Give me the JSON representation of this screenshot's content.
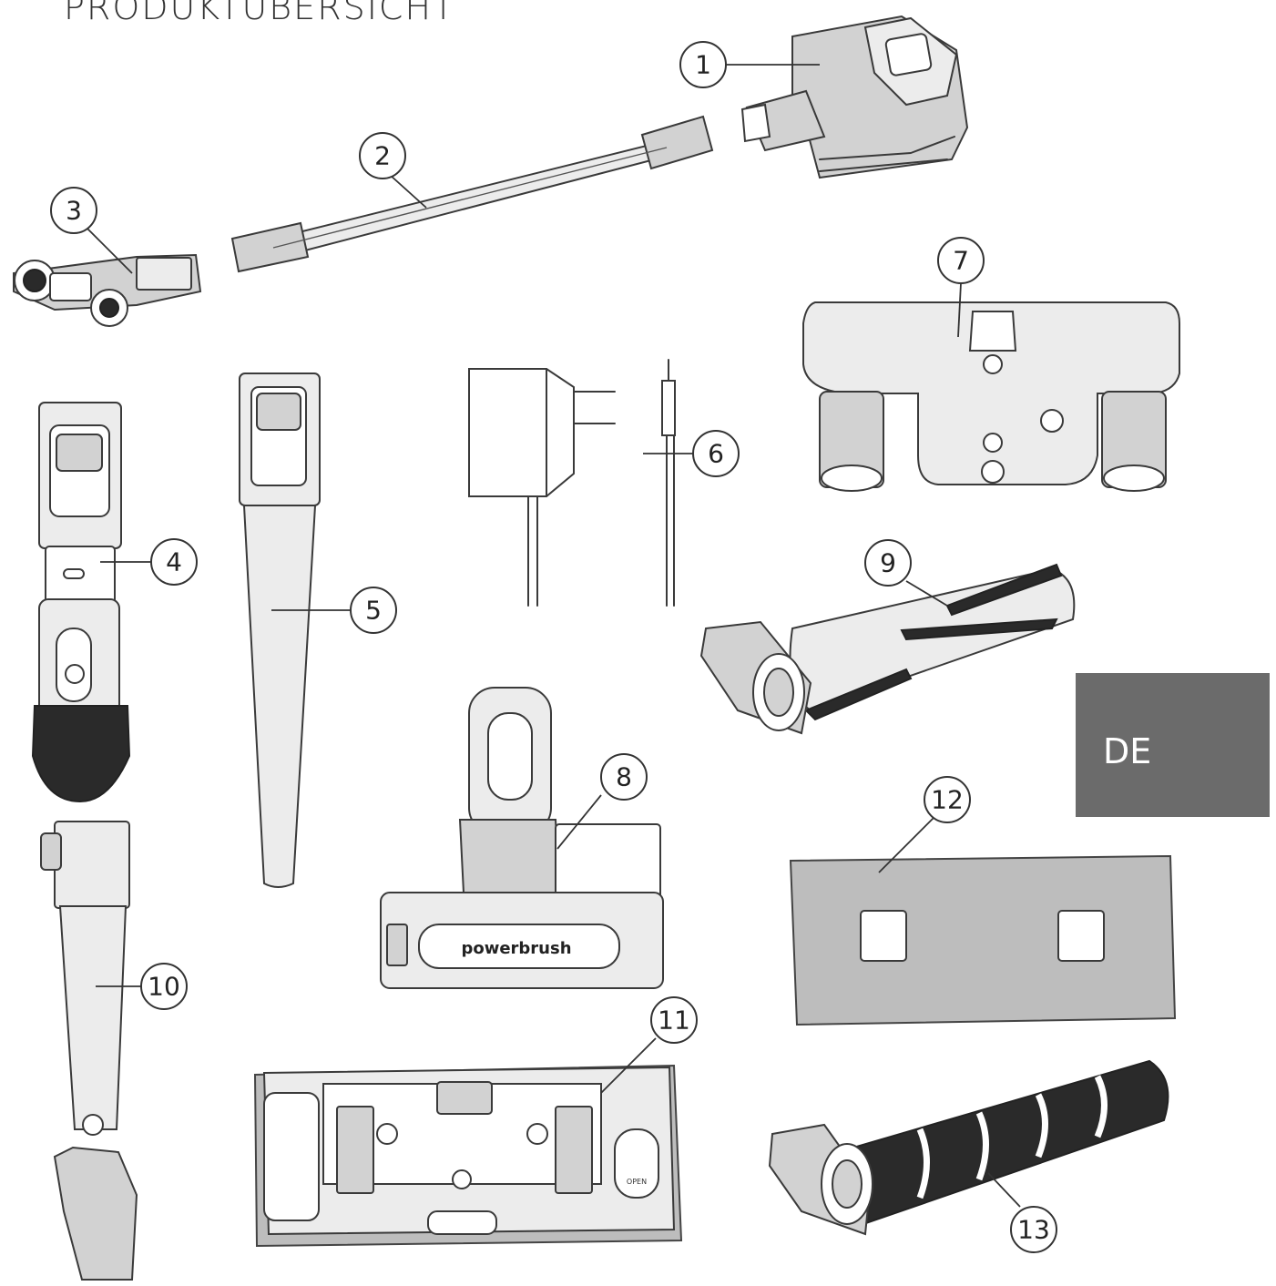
{
  "title": "PRODUKTÜBERSICHT",
  "language_tab": "DE",
  "product_label": "powerbrush",
  "mop_label": "OPEN",
  "callouts": [
    {
      "id": "1",
      "part": "handheld-unit"
    },
    {
      "id": "2",
      "part": "extension-tube"
    },
    {
      "id": "3",
      "part": "floor-nozzle"
    },
    {
      "id": "4",
      "part": "brush-attachment"
    },
    {
      "id": "5",
      "part": "crevice-tool"
    },
    {
      "id": "6",
      "part": "charger-cable"
    },
    {
      "id": "7",
      "part": "nozzle-frame"
    },
    {
      "id": "8",
      "part": "mini-turbo-brush"
    },
    {
      "id": "9",
      "part": "bristle-roller"
    },
    {
      "id": "10",
      "part": "flexible-crevice-tool"
    },
    {
      "id": "11",
      "part": "mop-plate"
    },
    {
      "id": "12",
      "part": "mop-pad"
    },
    {
      "id": "13",
      "part": "soft-roller"
    }
  ],
  "colors": {
    "tab_background": "#6b6b6b",
    "line": "#3a3a3a"
  }
}
